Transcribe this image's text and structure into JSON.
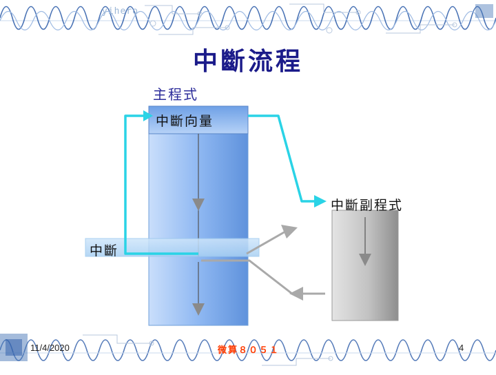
{
  "header": {
    "watermark": "yihero"
  },
  "slide": {
    "title": "中斷流程"
  },
  "diagram": {
    "main_program_label": "主程式",
    "vector_label": "中斷向量",
    "isr_label": "中斷副程式",
    "interrupt_label": "中斷"
  },
  "footer": {
    "date": "11/4/2020",
    "course": "微算８０５１",
    "page": "4"
  },
  "colors": {
    "title": "#1b1b8a",
    "flow": "#2ad3e6",
    "program_bar": "#9cc3f5",
    "isr_box": "#c9c9c9",
    "course_text": "#ff3b00"
  }
}
